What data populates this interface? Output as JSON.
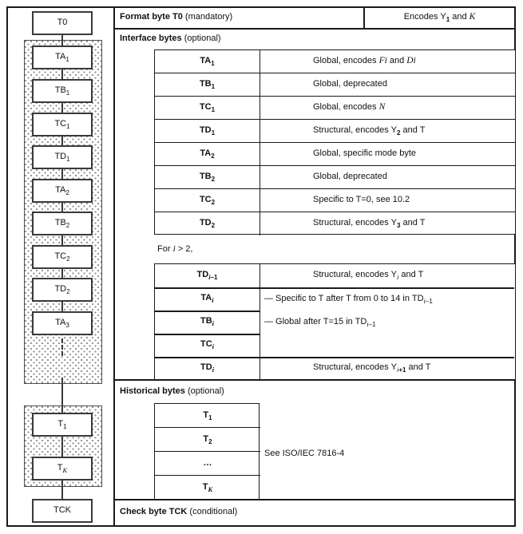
{
  "figure": {
    "format_row": {
      "title": [
        {
          "t": "Format byte T0",
          "k": "b"
        },
        {
          "t": " (mandatory)"
        }
      ],
      "desc": [
        {
          "t": "Encodes Y"
        },
        {
          "t": "1",
          "k": "sb"
        },
        {
          "t": " and "
        },
        {
          "t": "K",
          "k": "v"
        }
      ]
    },
    "interface_label": [
      {
        "t": "Interface bytes",
        "k": "b"
      },
      {
        "t": " (optional)"
      }
    ],
    "interface_table": [
      {
        "name": [
          {
            "t": "TA"
          },
          {
            "t": "1",
            "k": "s"
          }
        ],
        "desc": [
          {
            "t": "Global, encodes "
          },
          {
            "t": "Fi",
            "k": "v"
          },
          {
            "t": " and "
          },
          {
            "t": "Di",
            "k": "v"
          }
        ]
      },
      {
        "name": [
          {
            "t": "TB"
          },
          {
            "t": "1",
            "k": "s"
          }
        ],
        "desc": [
          {
            "t": "Global, deprecated"
          }
        ]
      },
      {
        "name": [
          {
            "t": "TC"
          },
          {
            "t": "1",
            "k": "s"
          }
        ],
        "desc": [
          {
            "t": "Global, encodes "
          },
          {
            "t": "N",
            "k": "v"
          }
        ]
      },
      {
        "name": [
          {
            "t": "TD"
          },
          {
            "t": "1",
            "k": "s"
          }
        ],
        "desc": [
          {
            "t": "Structural, encodes Y"
          },
          {
            "t": "2",
            "k": "sb"
          },
          {
            "t": " and T"
          }
        ]
      },
      {
        "name": [
          {
            "t": "TA"
          },
          {
            "t": "2",
            "k": "s"
          }
        ],
        "desc": [
          {
            "t": "Global, specific mode byte"
          }
        ]
      },
      {
        "name": [
          {
            "t": "TB"
          },
          {
            "t": "2",
            "k": "s"
          }
        ],
        "desc": [
          {
            "t": "Global, deprecated"
          }
        ]
      },
      {
        "name": [
          {
            "t": "TC"
          },
          {
            "t": "2",
            "k": "s"
          }
        ],
        "desc": [
          {
            "t": "Specific to T=0, see 10.2"
          }
        ]
      },
      {
        "name": [
          {
            "t": "TD"
          },
          {
            "t": "2",
            "k": "s"
          }
        ],
        "desc": [
          {
            "t": "Structural, encodes Y"
          },
          {
            "t": "3",
            "k": "sb"
          },
          {
            "t": " and T"
          }
        ]
      }
    ],
    "for_note": [
      {
        "t": "For "
      },
      {
        "t": "i",
        "k": "v"
      },
      {
        "t": " > 2,"
      }
    ],
    "i_table": {
      "row_td_prev": {
        "name": [
          {
            "t": "TD"
          },
          {
            "t": "i",
            "k": "sv"
          },
          {
            "t": "–1",
            "k": "s"
          }
        ],
        "desc": [
          {
            "t": "Structural, encodes Y"
          },
          {
            "t": "i",
            "k": "sv"
          },
          {
            "t": " and T"
          }
        ]
      },
      "row_ta": {
        "name": [
          {
            "t": "TA"
          },
          {
            "t": "i",
            "k": "sv"
          }
        ]
      },
      "row_tb": {
        "name": [
          {
            "t": "TB"
          },
          {
            "t": "i",
            "k": "sv"
          }
        ]
      },
      "row_tc": {
        "name": [
          {
            "t": "TC"
          },
          {
            "t": "i",
            "k": "sv"
          }
        ]
      },
      "row_td": {
        "name": [
          {
            "t": "TD"
          },
          {
            "t": "i",
            "k": "sv"
          }
        ],
        "desc": [
          {
            "t": "Structural, encodes Y"
          },
          {
            "t": "i",
            "k": "sv"
          },
          {
            "t": "+1",
            "k": "sb"
          },
          {
            "t": " and T"
          }
        ]
      },
      "merged": [
        [
          {
            "t": "— Specific to T after T from 0 to 14 in TD"
          },
          {
            "t": "i",
            "k": "sv"
          },
          {
            "t": "–1",
            "k": "s"
          }
        ],
        [
          {
            "t": "— Global after T=15 in TD"
          },
          {
            "t": "i",
            "k": "sv"
          },
          {
            "t": "–1",
            "k": "s"
          }
        ]
      ]
    },
    "historical_label": [
      {
        "t": "Historical bytes",
        "k": "b"
      },
      {
        "t": " (optional)"
      }
    ],
    "historical_table": {
      "names": [
        [
          {
            "t": "T"
          },
          {
            "t": "1",
            "k": "s"
          }
        ],
        [
          {
            "t": "T"
          },
          {
            "t": "2",
            "k": "s"
          }
        ],
        [
          {
            "t": "…"
          }
        ],
        [
          {
            "t": "T"
          },
          {
            "t": "K",
            "k": "sv"
          }
        ]
      ],
      "desc": [
        {
          "t": "See ISO/IEC 7816-4"
        }
      ]
    },
    "check_label": [
      {
        "t": "Check byte TCK",
        "k": "b"
      },
      {
        "t": " (conditional)"
      }
    ],
    "chain": [
      [
        {
          "t": "T0"
        }
      ],
      [
        {
          "t": "TA"
        },
        {
          "t": "1",
          "k": "s"
        }
      ],
      [
        {
          "t": "TB"
        },
        {
          "t": "1",
          "k": "s"
        }
      ],
      [
        {
          "t": "TC"
        },
        {
          "t": "1",
          "k": "s"
        }
      ],
      [
        {
          "t": "TD"
        },
        {
          "t": "1",
          "k": "s"
        }
      ],
      [
        {
          "t": "TA"
        },
        {
          "t": "2",
          "k": "s"
        }
      ],
      [
        {
          "t": "TB"
        },
        {
          "t": "2",
          "k": "s"
        }
      ],
      [
        {
          "t": "TC"
        },
        {
          "t": "2",
          "k": "s"
        }
      ],
      [
        {
          "t": "TD"
        },
        {
          "t": "2",
          "k": "s"
        }
      ],
      [
        {
          "t": "TA"
        },
        {
          "t": "3",
          "k": "s"
        }
      ],
      [
        {
          "t": "T"
        },
        {
          "t": "1",
          "k": "s"
        }
      ],
      [
        {
          "t": "T"
        },
        {
          "t": "K",
          "k": "sv"
        }
      ],
      [
        {
          "t": "TCK"
        }
      ]
    ]
  },
  "colors": {
    "line": "#1a1a1a",
    "box_border": "#3a3a3a",
    "region_border": "#4d4d4d",
    "stipple_dot": "#8a8a8a"
  }
}
